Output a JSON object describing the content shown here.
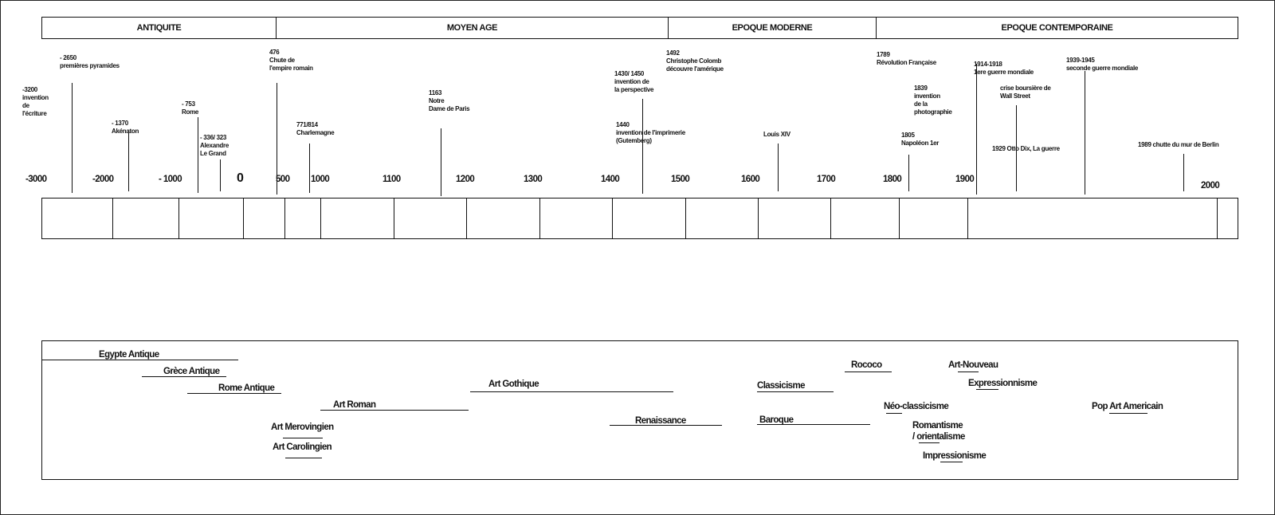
{
  "periods": [
    "ANTIQUITE",
    "MOYEN AGE",
    "EPOQUE MODERNE",
    "EPOQUE CONTEMPORAINE"
  ],
  "events": [
    {
      "id": "ecriture",
      "lines": [
        "-3200",
        "invention",
        "de",
        "l'écriture"
      ]
    },
    {
      "id": "pyramides",
      "lines": [
        "- 2650",
        "premières pyramides"
      ]
    },
    {
      "id": "akhenaton",
      "lines": [
        "- 1370",
        "Akénaton"
      ]
    },
    {
      "id": "rome",
      "lines": [
        "- 753",
        "Rome"
      ]
    },
    {
      "id": "alexandre",
      "lines": [
        "- 336/ 323",
        "Alexandre",
        "Le Grand"
      ]
    },
    {
      "id": "chute-rome",
      "lines": [
        "476",
        "Chute de",
        "l'empire romain"
      ]
    },
    {
      "id": "charlemagne",
      "lines": [
        "771/814",
        "Charlemagne"
      ]
    },
    {
      "id": "notre-dame",
      "lines": [
        "1163",
        "Notre",
        "Dame de Paris"
      ]
    },
    {
      "id": "perspective",
      "lines": [
        "1430/ 1450",
        "invention de",
        "la perspective"
      ]
    },
    {
      "id": "imprimerie",
      "lines": [
        "1440",
        "invention de l'imprimerie",
        "(Gutemberg)"
      ]
    },
    {
      "id": "colomb",
      "lines": [
        "1492",
        "Christophe Colomb",
        "découvre l'amérique"
      ]
    },
    {
      "id": "louis-xiv",
      "lines": [
        "Louis XIV"
      ]
    },
    {
      "id": "revolution",
      "lines": [
        "1789",
        "Révolution Française"
      ]
    },
    {
      "id": "photographie",
      "lines": [
        "1839",
        "invention",
        "de la",
        "photographie"
      ]
    },
    {
      "id": "napoleon",
      "lines": [
        "1805",
        "Napoléon 1er"
      ]
    },
    {
      "id": "ww1",
      "lines": [
        "1914-1918",
        "1ere guerre mondiale"
      ]
    },
    {
      "id": "wall-street",
      "lines": [
        "crise boursière de",
        "Wall Street"
      ]
    },
    {
      "id": "otto-dix",
      "lines": [
        "1929 Otto Dix, La guerre"
      ]
    },
    {
      "id": "ww2",
      "lines": [
        "1939-1945",
        "seconde guerre mondiale"
      ]
    },
    {
      "id": "berlin",
      "lines": [
        "1989 chutte du mur de Berlin"
      ]
    }
  ],
  "ticks": [
    "-3000",
    "-2000",
    "- 1000",
    "0",
    "500",
    "1000",
    "1100",
    "1200",
    "1300",
    "1400",
    "1500",
    "1600",
    "1700",
    "1800",
    "1900",
    "2000"
  ],
  "art_movements": [
    {
      "id": "egypte",
      "label": "Egypte Antique"
    },
    {
      "id": "grece",
      "label": "Grèce Antique"
    },
    {
      "id": "rome-antique",
      "label": "Rome Antique"
    },
    {
      "id": "roman",
      "label": "Art Roman"
    },
    {
      "id": "merovingien",
      "label": "Art Merovingien"
    },
    {
      "id": "carolingien",
      "label": "Art Carolingien"
    },
    {
      "id": "gothique",
      "label": "Art Gothique"
    },
    {
      "id": "renaissance",
      "label": "Renaissance"
    },
    {
      "id": "classicisme",
      "label": "Classicisme"
    },
    {
      "id": "baroque",
      "label": "Baroque"
    },
    {
      "id": "rococo",
      "label": "Rococo"
    },
    {
      "id": "art-nouveau",
      "label": "Art-Nouveau"
    },
    {
      "id": "expressionnisme",
      "label": "Expressionnisme"
    },
    {
      "id": "neo-classicisme",
      "label": "Néo-classicisme"
    },
    {
      "id": "romantisme",
      "label": "Romantisme\n/ orientalisme"
    },
    {
      "id": "impressionnisme",
      "label": "Impressionisme"
    },
    {
      "id": "pop-art",
      "label": "Pop Art Americain"
    }
  ]
}
